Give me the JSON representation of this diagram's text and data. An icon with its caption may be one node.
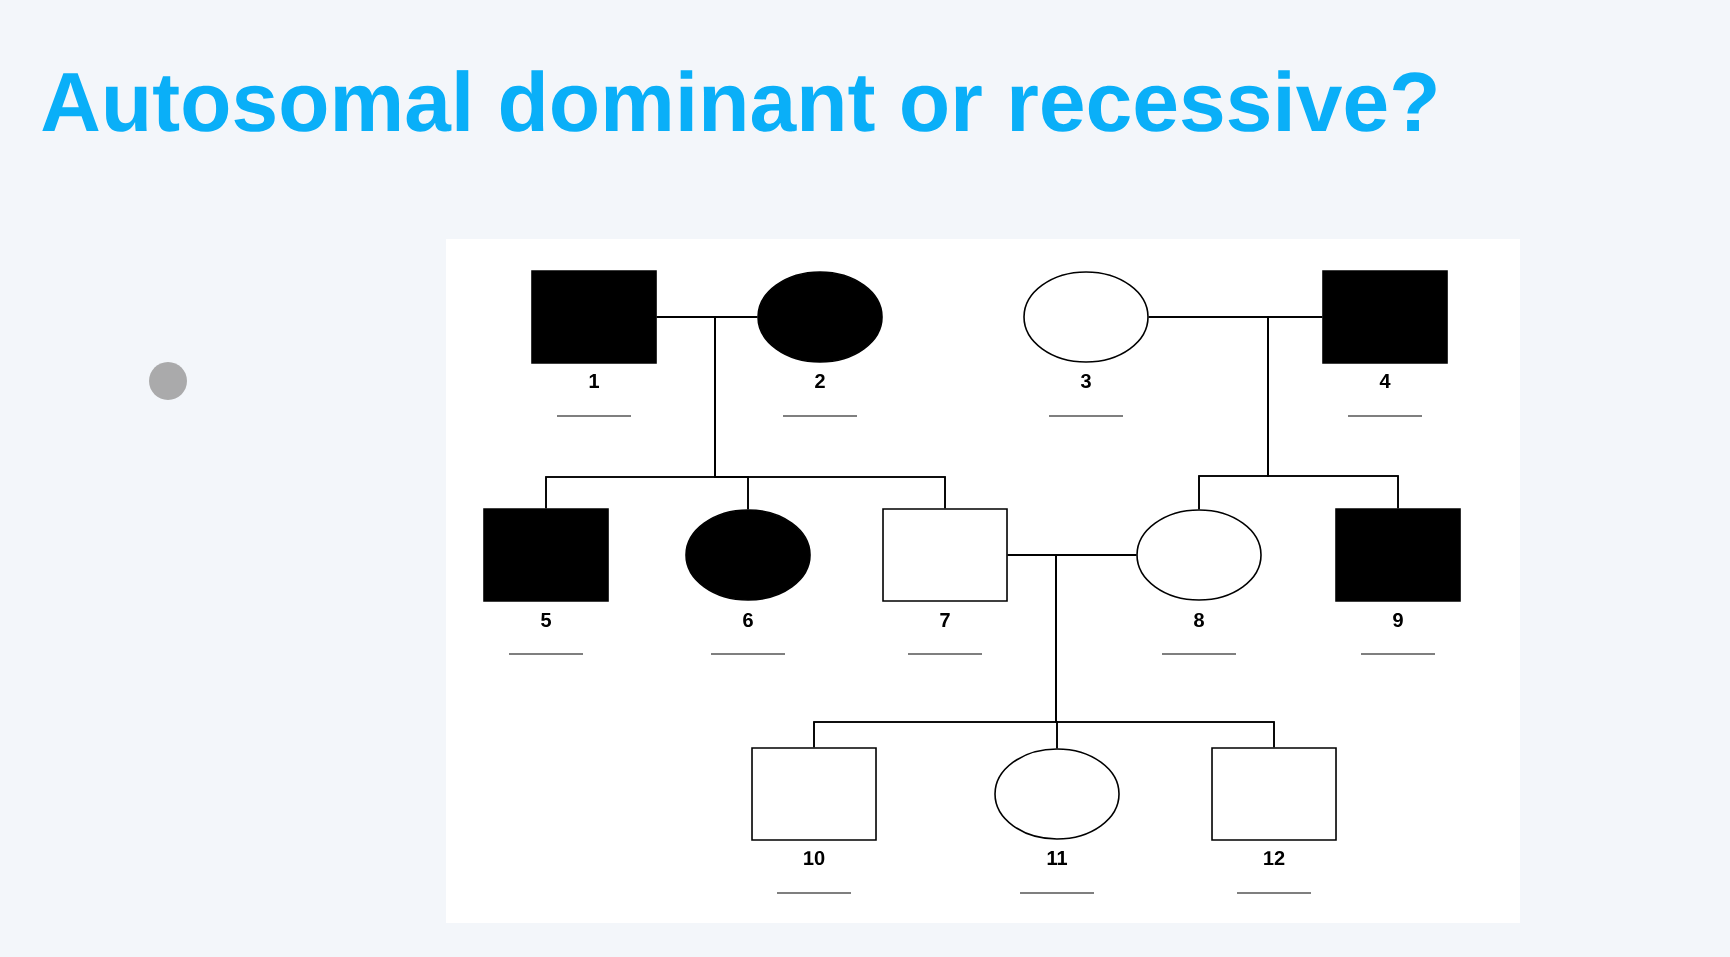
{
  "diagram": {
    "title": "Autosomal dominant or recessive?",
    "nodes": [
      {
        "text": [],
        "shape": "box",
        "beside": [
          "1"
        ]
      },
      {
        "text": [],
        "shape": "circle",
        "beside": [
          "2"
        ]
      },
      {
        "text": [],
        "shape": "circle",
        "beside": [
          "3"
        ]
      },
      {
        "text": [],
        "shape": "box",
        "beside": [
          "4"
        ]
      },
      {
        "text": [],
        "shape": "box",
        "beside": [
          "5"
        ]
      },
      {
        "text": [],
        "shape": "circle",
        "beside": [
          "6"
        ]
      },
      {
        "text": [],
        "shape": "box",
        "beside": [
          "7"
        ]
      },
      {
        "text": [],
        "shape": "circle",
        "beside": [
          "8"
        ]
      },
      {
        "text": [],
        "shape": "box",
        "beside": [
          "9"
        ]
      },
      {
        "text": [],
        "shape": "box",
        "beside": [
          "10"
        ]
      },
      {
        "text": [],
        "shape": "circle",
        "beside": [
          "11"
        ]
      },
      {
        "text": [],
        "shape": "box",
        "beside": [
          "12"
        ]
      }
    ],
    "edges": [
      {
        "from": 0,
        "to": 1,
        "arrow": "none"
      },
      {
        "from": 2,
        "to": 3,
        "arrow": "none"
      },
      {
        "from": 0,
        "to": 4,
        "arrow": "none"
      },
      {
        "from": 0,
        "to": 5,
        "arrow": "none"
      },
      {
        "from": 0,
        "to": 6,
        "arrow": "none"
      },
      {
        "from": 1,
        "to": 4,
        "arrow": "none"
      },
      {
        "from": 1,
        "to": 5,
        "arrow": "none"
      },
      {
        "from": 1,
        "to": 6,
        "arrow": "none"
      },
      {
        "from": 2,
        "to": 7,
        "arrow": "none"
      },
      {
        "from": 2,
        "to": 8,
        "arrow": "none"
      },
      {
        "from": 3,
        "to": 7,
        "arrow": "none"
      },
      {
        "from": 3,
        "to": 8,
        "arrow": "none"
      },
      {
        "from": 6,
        "to": 7,
        "arrow": "none"
      },
      {
        "from": 6,
        "to": 9,
        "arrow": "none"
      },
      {
        "from": 6,
        "to": 10,
        "arrow": "none"
      },
      {
        "from": 6,
        "to": 11,
        "arrow": "none"
      },
      {
        "from": 7,
        "to": 9,
        "arrow": "none"
      },
      {
        "from": 7,
        "to": 10,
        "arrow": "none"
      },
      {
        "from": 7,
        "to": 11,
        "arrow": "none"
      }
    ]
  }
}
